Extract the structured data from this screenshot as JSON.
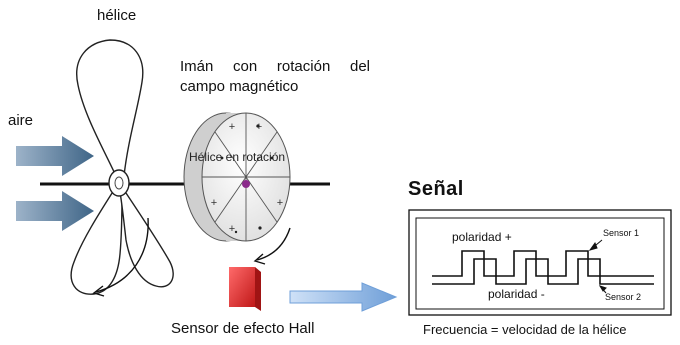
{
  "labels": {
    "propeller": "hélice",
    "magnet_line1": "Imán con rotación del",
    "magnet_line2": "campo magnético",
    "air": "aire",
    "rotating_propeller": "Hélice en rotación",
    "signal_title": "Señal",
    "polarity_plus": "polaridad +",
    "polarity_minus": "polaridad -",
    "sensor1": "Sensor 1",
    "sensor2": "Sensor 2",
    "hall_sensor": "Sensor de efecto Hall",
    "frequency": "Frecuencia = velocidad de la hélice"
  },
  "colors": {
    "air_arrow": "#4e7192",
    "hall_sensor": "#e03030",
    "signal_arrow": "#8fb8e8",
    "hub_dot": "#8a2a8a",
    "disc_face": "#f2f2f2",
    "disc_side": "#cfcfcf"
  },
  "icons": {
    "air_arrows": "arrow-right-icon",
    "rotation_arrows": "curved-arrow-icon",
    "signal_arrow": "arrow-right-icon"
  }
}
